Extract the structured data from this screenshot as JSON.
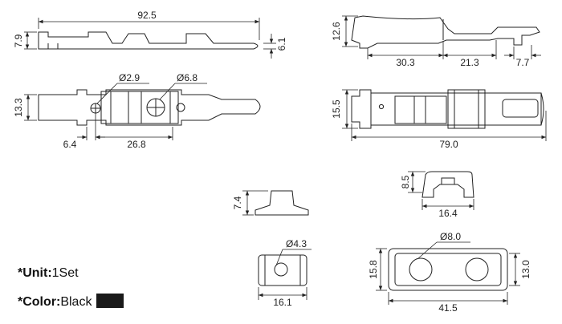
{
  "dimensions": {
    "top_left_length": "92.5",
    "top_left_height": "7.9",
    "top_left_tip": "6.1",
    "top_right_height": "12.6",
    "top_right_seg1": "30.3",
    "top_right_seg2": "21.3",
    "top_right_seg3": "7.7",
    "mid_left_height": "13.3",
    "mid_left_hole_small": "Ø2.9",
    "mid_left_hole_large": "Ø6.8",
    "mid_left_offset": "6.4",
    "mid_left_span": "26.8",
    "mid_right_height": "15.5",
    "mid_right_length": "79.0",
    "small_cap_height": "7.4",
    "small_bracket_height": "8.5",
    "small_bracket_width": "16.4",
    "small_block_hole": "Ø4.3",
    "small_block_width": "16.1",
    "twin_hole": "Ø8.0",
    "twin_left_height": "15.8",
    "twin_right_height": "13.0",
    "twin_width": "41.5"
  },
  "info": {
    "unit_label": "*Unit:",
    "unit_value": "1Set",
    "color_label": "*Color:",
    "color_value": "Black",
    "swatch_color": "#1a1a1a"
  }
}
